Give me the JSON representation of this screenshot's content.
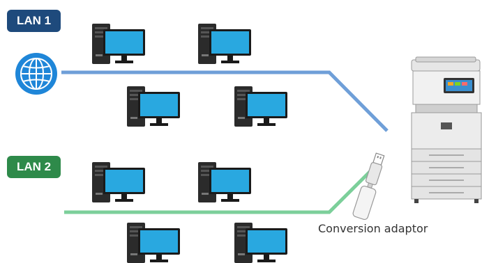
{
  "lan1": {
    "label": "LAN 1",
    "color": "#1e4a7c",
    "line_color": "#6f9fd8"
  },
  "lan2": {
    "label": "LAN 2",
    "color": "#2e8a4a",
    "line_color": "#7ccf9a"
  },
  "globe": {
    "icon": "globe-icon",
    "color": "#1f86d8"
  },
  "printer": {
    "icon": "multifunction-printer-icon"
  },
  "adaptor": {
    "icon": "usb-adaptor-icon",
    "caption": "Conversion adaptor"
  },
  "computers": {
    "icon": "desktop-computer-icon",
    "count_lan1": 4,
    "count_lan2": 4
  }
}
